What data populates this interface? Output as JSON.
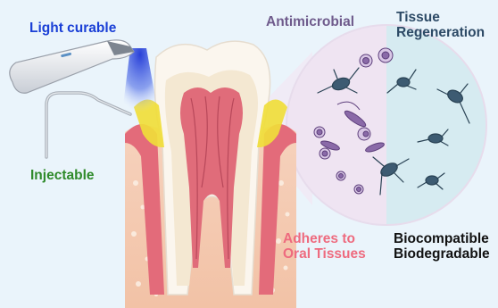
{
  "labels": {
    "light_curable": "Light curable",
    "injectable": "Injectable",
    "antimicrobial": "Antimicrobial",
    "tissue_line1": "Tissue",
    "tissue_line2": "Regeneration",
    "adheres_line1": "Adheres to",
    "adheres_line2": "Oral Tissues",
    "bio_line1": "Biocompatible",
    "bio_line2": "Biodegradable"
  },
  "colors": {
    "background": "#eaf4fb",
    "light_curable": "#1a3fd6",
    "injectable": "#2e8a2a",
    "antimicrobial": "#6f5b8c",
    "tissue_regeneration": "#2d4a66",
    "adheres": "#ee6b7f",
    "bio": "#111111",
    "gum": "#f4c9b1",
    "pulp": "#e06c7a",
    "enamel": "#fbf6ee",
    "dentin": "#f1e4cc",
    "gel": "#f0dd3a",
    "light_beam": "#2a47d8",
    "antimicrobial_zone": "#efe6f3",
    "regeneration_zone": "#d8ecf2",
    "bacteria": "#7a5a9c",
    "cells": "#3b5a70"
  },
  "icons": {
    "curing_light": "curing-light-icon",
    "syringe": "syringe-needle-icon",
    "tooth": "tooth-cross-section-icon",
    "magnifier": "magnified-circle-icon"
  }
}
